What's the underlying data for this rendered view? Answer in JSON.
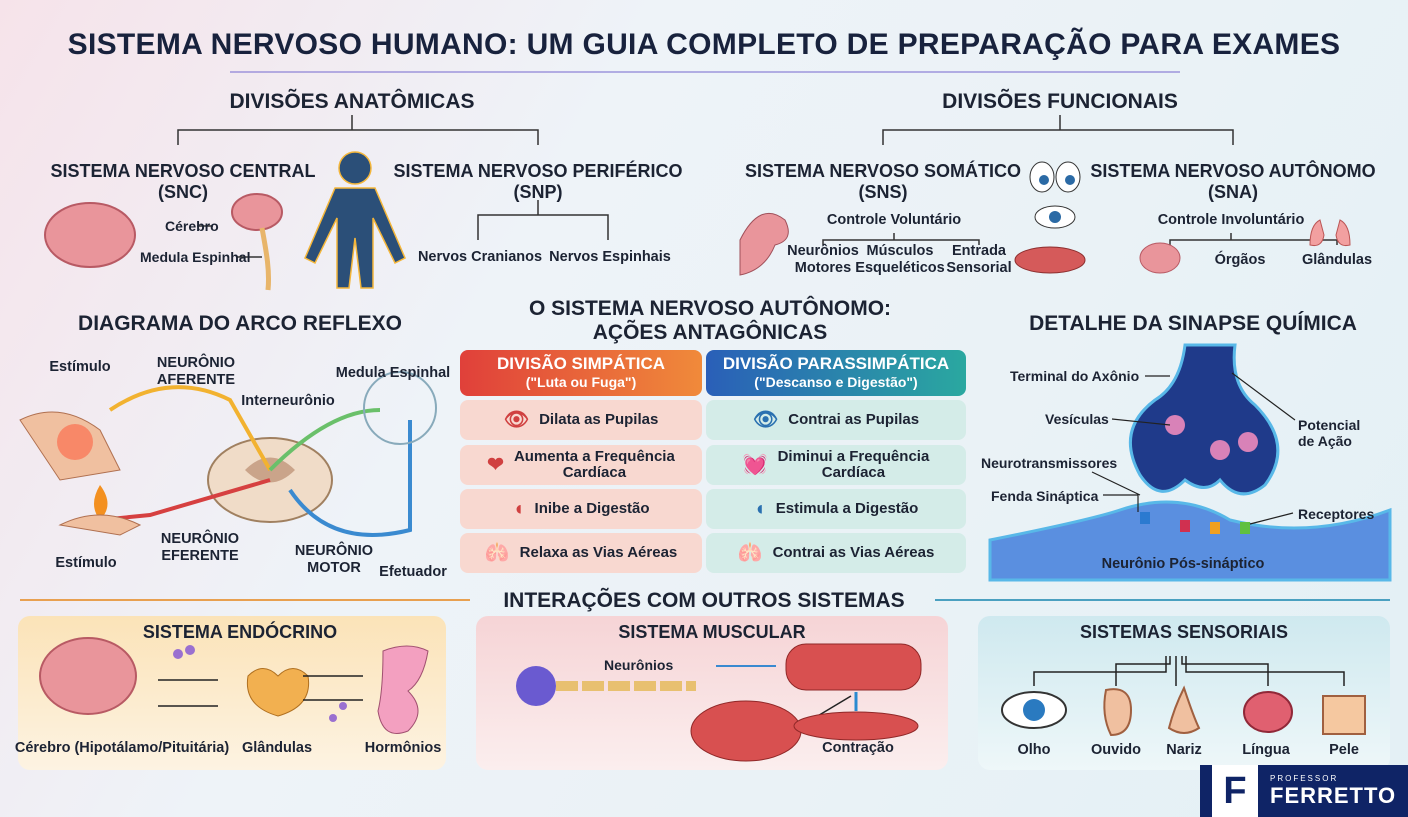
{
  "title": "SISTEMA NERVOSO HUMANO: UM GUIA COMPLETO DE PREPARAÇÃO PARA EXAMES",
  "anatomical": {
    "heading": "DIVISÕES ANATÔMICAS",
    "snc": {
      "title": "SISTEMA NERVOSO CENTRAL",
      "sub": "(SNC)",
      "cerebro": "Cérebro",
      "medula": "Medula Espinhal"
    },
    "snp": {
      "title": "SISTEMA NERVOSO PERIFÉRICO",
      "sub": "(SNP)",
      "cranianos": "Nervos Cranianos",
      "espinhais": "Nervos Espinhais"
    }
  },
  "functional": {
    "heading": "DIVISÕES FUNCIONAIS",
    "sns": {
      "title": "SISTEMA NERVOSO SOMÁTICO",
      "sub": "(SNS)",
      "control": "Controle Voluntário",
      "motores": "Neurônios\nMotores",
      "musculos": "Músculos\nEsqueléticos",
      "entrada": "Entrada\nSensorial"
    },
    "sna": {
      "title": "SISTEMA NERVOSO AUTÔNOMO",
      "sub": "(SNA)",
      "control": "Controle Involuntário",
      "orgaos": "Órgãos",
      "glandulas": "Glândulas"
    }
  },
  "reflex": {
    "heading": "DIAGRAMA DO ARCO REFLEXO",
    "estimulo1": "Estímulo",
    "aferente": "NEURÔNIO\nAFERENTE",
    "interneuronio": "Interneurônio",
    "medula": "Medula Espinhal",
    "estimulo2": "Estímulo",
    "eferente": "NEURÔNIO\nEFERENTE",
    "motor": "NEURÔNIO\nMOTOR",
    "efetuador": "Efetuador"
  },
  "autonomic": {
    "heading1": "O SISTEMA NERVOSO AUTÔNOMO:",
    "heading2": "AÇÕES ANTAGÔNICAS",
    "sympathetic": {
      "title": "DIVISÃO SIMPÁTICA",
      "sub": "(\"Luta ou Fuga\")",
      "color": "#e8553a"
    },
    "parasympathetic": {
      "title": "DIVISÃO PARASSIMPÁTICA",
      "sub": "(\"Descanso e Digestão\")",
      "color": "#2a6fb8"
    },
    "rows": [
      {
        "icon_symp": "eye-icon",
        "symp": "Dilata as Pupilas",
        "icon_para": "eye-icon",
        "para": "Contrai as Pupilas"
      },
      {
        "icon_symp": "heart-icon",
        "symp": "Aumenta a Frequência\nCardíaca",
        "icon_para": "heartbeat-icon",
        "para": "Diminui a Frequência\nCardíaca"
      },
      {
        "icon_symp": "stomach-icon",
        "symp": "Inibe a Digestão",
        "icon_para": "stomach-icon",
        "para": "Estimula a Digestão"
      },
      {
        "icon_symp": "lungs-icon",
        "symp": "Relaxa as Vias Aéreas",
        "icon_para": "lungs-icon",
        "para": "Contrai as Vias Aéreas"
      }
    ]
  },
  "synapse": {
    "heading": "DETALHE DA SINAPSE QUÍMICA",
    "terminal": "Terminal do Axônio",
    "vesiculas": "Vesículas",
    "potencial": "Potencial\nde Ação",
    "neurotransmissores": "Neurotransmissores",
    "fenda": "Fenda Sináptica",
    "receptores": "Receptores",
    "pos": "Neurônio Pós-sináptico"
  },
  "interactions": {
    "heading": "INTERAÇÕES COM OUTROS SISTEMAS",
    "endocrine": {
      "title": "SISTEMA ENDÓCRINO",
      "cerebro": "Cérebro (Hipotálamo/Pituitária)",
      "glandulas": "Glândulas",
      "hormonios": "Hormônios"
    },
    "muscular": {
      "title": "SISTEMA MUSCULAR",
      "neuronios": "Neurônios",
      "contracao": "Contração"
    },
    "sensory": {
      "title": "SISTEMAS SENSORIAIS",
      "items": [
        "Olho",
        "Ouvido",
        "Nariz",
        "Língua",
        "Pele"
      ]
    }
  },
  "logo": {
    "letter": "F",
    "professor": "PROFESSOR",
    "name": "FERRETTO"
  }
}
